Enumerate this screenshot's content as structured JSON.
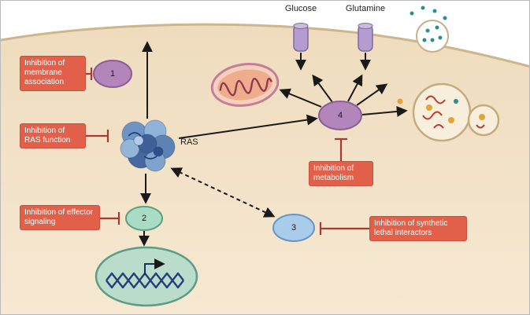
{
  "figure": {
    "type": "pathway-diagram",
    "labels": {
      "glucose": "Glucose",
      "glutamine": "Glutamine",
      "ras": "RAS"
    },
    "nodes": [
      {
        "label": "1"
      },
      {
        "label": "2"
      },
      {
        "label": "3"
      },
      {
        "label": "4"
      }
    ],
    "inhibitors": [
      {
        "text": "Inhibition of membrane association",
        "targets_node": "1"
      },
      {
        "text": "Inhibition of RAS function",
        "targets_node": "RAS"
      },
      {
        "text": "Inhibition of effector signaling",
        "targets_node": "2"
      },
      {
        "text": "Inhibition of metabolism",
        "targets_node": "4"
      },
      {
        "text": "Inhibition of synthetic lethal interactors",
        "targets_node": "3"
      }
    ],
    "colors": {
      "inhibitor_box": "#e2604a",
      "inhibition_line": "#a63b32",
      "node_purple": "#b285bb",
      "node_green": "#a9dcc4",
      "node_blue": "#a9cceb",
      "cell_interior": "#f3e2c9",
      "membrane": "#cdb68c",
      "ras_protein_blue": "#5d82b4",
      "mitochondrion_fill": "#f0ad8e",
      "mitochondrion_outline": "#c27f95",
      "nucleus_fill": "#b9dccb",
      "dna": "#24407a",
      "transporter": "#b49cd0",
      "vesicle_dot": "#2a8f8f",
      "lysosome_dot": "#e5a23c",
      "lysosome_squiggle": "#c0392b",
      "arrow": "#1a1a1a"
    }
  }
}
